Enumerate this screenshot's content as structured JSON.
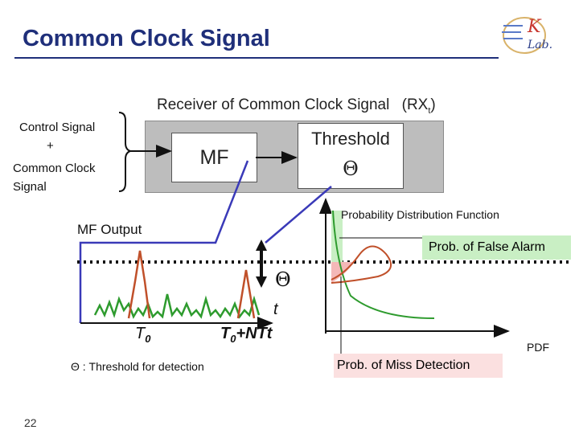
{
  "slide": {
    "title": "Common Clock Signal",
    "page_number": "22"
  },
  "logo": {
    "text_top": "K",
    "text_bottom": "Lab."
  },
  "receiver": {
    "title": "Receiver of Common Clock Signal",
    "title_suffix": "(RX",
    "title_sub": "t",
    "title_close": ")"
  },
  "input": {
    "lines": [
      "Control Signal",
      "+",
      "Common Clock",
      "Signal"
    ]
  },
  "blocks": {
    "mf": "MF",
    "threshold": "Threshold",
    "threshold_symbol": "Θ"
  },
  "plot_left": {
    "title": "MF Output",
    "theta": "Θ",
    "t_axis": "t",
    "t0": "T",
    "t0_sub": "0",
    "t1_pre": "T",
    "t1_sub": "0",
    "t1_post": "+NTt",
    "legend": "Θ : Threshold for detection"
  },
  "plot_right": {
    "title": "Probability Distribution Function",
    "false_alarm": "Prob. of False Alarm",
    "miss_detection": "Prob. of Miss Detection",
    "x_axis": "PDF"
  },
  "colors": {
    "title": "#1f2f7a",
    "peak": "#c0502a",
    "noise": "#2e9b2e",
    "connector": "#3a3ab8",
    "false_alarm_fill": "#c9efc4",
    "miss_fill": "#fbe0e0"
  }
}
